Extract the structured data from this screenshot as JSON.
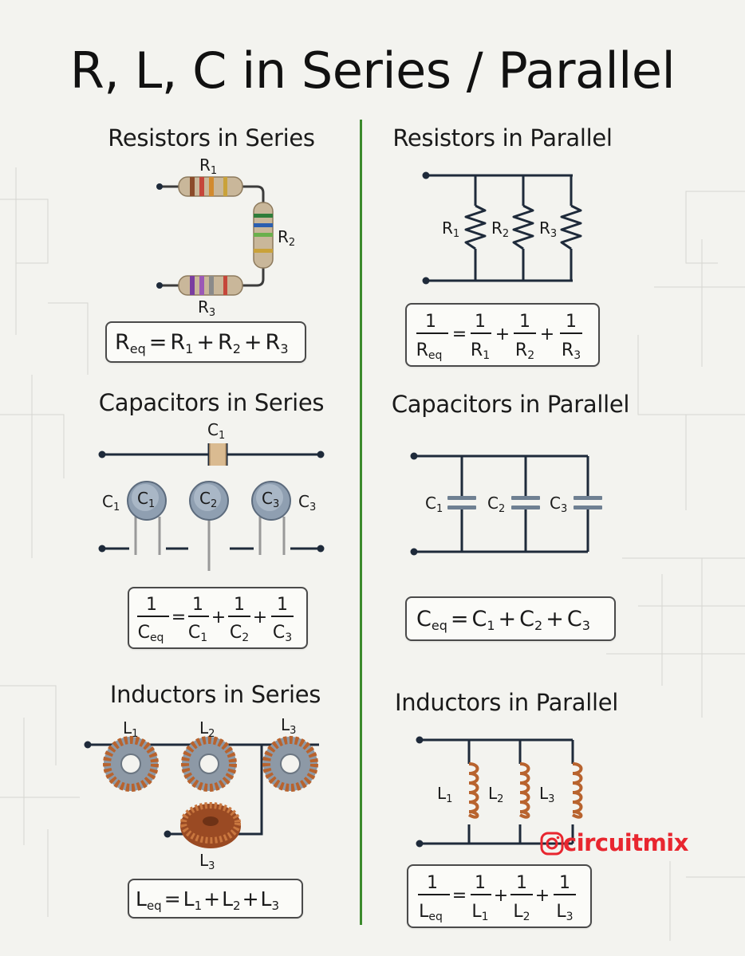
{
  "title": "R, L, C in Series / Parallel",
  "watermark": "circuitmix",
  "colors": {
    "divider": "#3b8a2c",
    "watermark": "#e8262f",
    "wire": "#1e2a3a",
    "copper": "#b8632e"
  },
  "sections": {
    "resistors_series": {
      "heading": "Resistors in Series",
      "labels": {
        "r1": "R",
        "r1_sub": "1",
        "r2": "R",
        "r2_sub": "2",
        "r3": "R",
        "r3_sub": "3"
      },
      "formula": {
        "lhs": "R",
        "lhs_sub": "eq",
        "op": "=",
        "t1": "R",
        "t1_sub": "1",
        "plus1": "+",
        "t2": "R",
        "t2_sub": "2",
        "plus2": "+",
        "t3": "R",
        "t3_sub": "3"
      }
    },
    "resistors_parallel": {
      "heading": "Resistors in Parallel",
      "labels": {
        "r1": "R",
        "r1_sub": "1",
        "r2": "R",
        "r2_sub": "2",
        "r3": "R",
        "r3_sub": "3"
      },
      "formula": {
        "num": "1",
        "lhs": "R",
        "lhs_sub": "eq",
        "op": "=",
        "t1": "R",
        "t1_sub": "1",
        "t2": "R",
        "t2_sub": "2",
        "t3": "R",
        "t3_sub": "3",
        "plus": "+"
      }
    },
    "capacitors_series": {
      "heading": "Capacitors in Series",
      "labels": {
        "top": "C",
        "top_sub": "1",
        "left": "C",
        "left_sub": "1",
        "c1": "C",
        "c1_sub": "1",
        "c2": "C",
        "c2_sub": "2",
        "c3": "C",
        "c3_sub": "3",
        "right": "C",
        "right_sub": "3"
      },
      "formula": {
        "num": "1",
        "lhs": "C",
        "lhs_sub": "eq",
        "op": "=",
        "t1": "C",
        "t1_sub": "1",
        "t2": "C",
        "t2_sub": "2",
        "t3": "C",
        "t3_sub": "3",
        "plus": "+"
      }
    },
    "capacitors_parallel": {
      "heading": "Capacitors in Parallel",
      "labels": {
        "c1": "C",
        "c1_sub": "1",
        "c2": "C",
        "c2_sub": "2",
        "c3": "C",
        "c3_sub": "3"
      },
      "formula": {
        "lhs": "C",
        "lhs_sub": "eq",
        "op": "=",
        "t1": "C",
        "t1_sub": "1",
        "plus1": "+",
        "t2": "C",
        "t2_sub": "2",
        "plus2": "+",
        "t3": "C",
        "t3_sub": "3"
      }
    },
    "inductors_series": {
      "heading": "Inductors in Series",
      "labels": {
        "l1": "L",
        "l1_sub": "1",
        "l2": "L",
        "l2_sub": "2",
        "l3": "L",
        "l3_sub": "3",
        "l3b": "L",
        "l3b_sub": "3"
      },
      "formula": {
        "lhs": "L",
        "lhs_sub": "eq",
        "op": "=",
        "t1": "L",
        "t1_sub": "1",
        "plus1": "+",
        "t2": "L",
        "t2_sub": "2",
        "plus2": "+",
        "t3": "L",
        "t3_sub": "3"
      }
    },
    "inductors_parallel": {
      "heading": "Inductors in Parallel",
      "labels": {
        "l1": "L",
        "l1_sub": "1",
        "l2": "L",
        "l2_sub": "2",
        "l3": "L",
        "l3_sub": "3"
      },
      "formula": {
        "num": "1",
        "lhs": "L",
        "lhs_sub": "eq",
        "op": "=",
        "t1": "L",
        "t1_sub": "1",
        "t2": "L",
        "t2_sub": "2",
        "t3": "L",
        "t3_sub": "3",
        "plus": "+"
      }
    }
  }
}
